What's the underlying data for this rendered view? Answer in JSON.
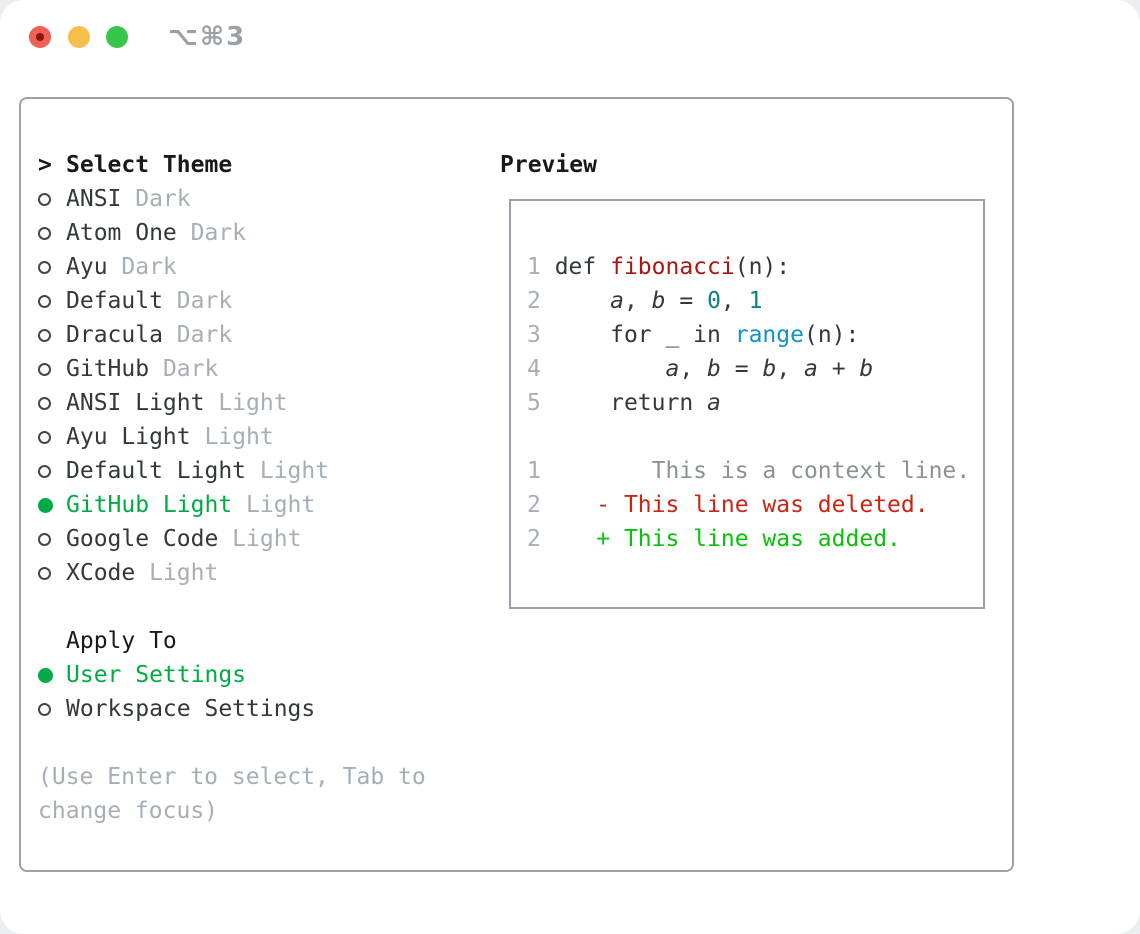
{
  "window": {
    "title": "⌥⌘3",
    "traffic_lights": [
      {
        "name": "close",
        "color": "#f25f54"
      },
      {
        "name": "minimize",
        "color": "#f6bf4a"
      },
      {
        "name": "zoom",
        "color": "#35c64a"
      }
    ]
  },
  "theme_selector": {
    "header_prefix": ">",
    "header": "Select Theme",
    "items": [
      {
        "name": "ANSI",
        "tag": "Dark",
        "selected": false
      },
      {
        "name": "Atom One",
        "tag": "Dark",
        "selected": false
      },
      {
        "name": "Ayu",
        "tag": "Dark",
        "selected": false
      },
      {
        "name": "Default",
        "tag": "Dark",
        "selected": false
      },
      {
        "name": "Dracula",
        "tag": "Dark",
        "selected": false
      },
      {
        "name": "GitHub",
        "tag": "Dark",
        "selected": false
      },
      {
        "name": "ANSI Light",
        "tag": "Light",
        "selected": false
      },
      {
        "name": "Ayu Light",
        "tag": "Light",
        "selected": false
      },
      {
        "name": "Default Light",
        "tag": "Light",
        "selected": false
      },
      {
        "name": "GitHub Light",
        "tag": "Light",
        "selected": true
      },
      {
        "name": "Google Code",
        "tag": "Light",
        "selected": false
      },
      {
        "name": "XCode",
        "tag": "Light",
        "selected": false
      }
    ],
    "apply_to": {
      "header": "Apply To",
      "options": [
        {
          "name": "User Settings",
          "selected": true
        },
        {
          "name": "Workspace Settings",
          "selected": false
        }
      ]
    },
    "help_lines": [
      "(Use Enter to select, Tab to",
      "change focus)"
    ]
  },
  "preview": {
    "header": "Preview",
    "lines": [
      [
        [
          "ln",
          "1 "
        ],
        [
          "pl",
          "def "
        ],
        [
          "fn",
          "fibonacci"
        ],
        [
          "pl",
          "(n):"
        ]
      ],
      [
        [
          "ln",
          "2 "
        ],
        [
          "pl",
          "    "
        ],
        [
          "var",
          "a"
        ],
        [
          "pl",
          ", "
        ],
        [
          "var",
          "b"
        ],
        [
          "pl",
          " = "
        ],
        [
          "num",
          "0"
        ],
        [
          "pl",
          ", "
        ],
        [
          "num",
          "1"
        ]
      ],
      [
        [
          "ln",
          "3 "
        ],
        [
          "pl",
          "    for _ in "
        ],
        [
          "bi",
          "range"
        ],
        [
          "pl",
          "(n):"
        ]
      ],
      [
        [
          "ln",
          "4 "
        ],
        [
          "pl",
          "        "
        ],
        [
          "var",
          "a"
        ],
        [
          "pl",
          ", "
        ],
        [
          "var",
          "b"
        ],
        [
          "pl",
          " = "
        ],
        [
          "var",
          "b"
        ],
        [
          "pl",
          ", "
        ],
        [
          "var",
          "a"
        ],
        [
          "pl",
          " + "
        ],
        [
          "var",
          "b"
        ]
      ],
      [
        [
          "ln",
          "5 "
        ],
        [
          "pl",
          "    return "
        ],
        [
          "var",
          "a"
        ]
      ],
      [],
      [
        [
          "ln",
          "1"
        ],
        [
          "ctx",
          "        This is a context line."
        ]
      ],
      [
        [
          "ln",
          "2"
        ],
        [
          "del",
          "    - This line was deleted."
        ]
      ],
      [
        [
          "ln",
          "2"
        ],
        [
          "add",
          "    + This line was added."
        ]
      ]
    ]
  },
  "colors": {
    "selection_green": "#00ab45",
    "added_green": "#09c109",
    "deleted_red": "#cc2414",
    "function_red": "#a81712",
    "number_teal": "#0d8186",
    "builtin_blue": "#1292c8",
    "muted_gray": "#a6aeb6",
    "text_dark": "#33383d",
    "border_gray": "#9aa1a8"
  }
}
